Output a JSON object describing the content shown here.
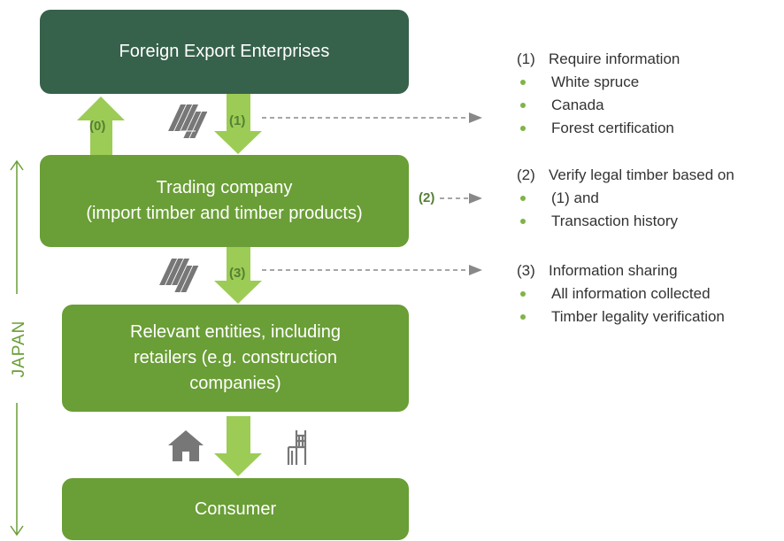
{
  "boxes": {
    "foreign": [
      "Foreign Export Enterprises"
    ],
    "trading": [
      "Trading company",
      "(import timber and timber products)"
    ],
    "relevant": [
      "Relevant entities, including",
      "retailers (e.g. construction",
      "companies)"
    ],
    "consumer": [
      "Consumer"
    ]
  },
  "arrow_labels": {
    "a0": "(0)",
    "a1": "(1)",
    "a2": "(2)",
    "a3": "(3)"
  },
  "side_label": "JAPAN",
  "panels": [
    {
      "num": "(1)",
      "title": "Require information",
      "items": [
        "White spruce",
        "Canada",
        "Forest certification"
      ]
    },
    {
      "num": "(2)",
      "title": "Verify legal timber based on",
      "items": [
        "(1) and",
        "Transaction history"
      ]
    },
    {
      "num": "(3)",
      "title": "Information sharing",
      "items": [
        "All information collected",
        "Timber legality verification"
      ]
    }
  ],
  "icons": [
    "timber-icon",
    "timber-icon",
    "house-icon",
    "chair-icon"
  ],
  "colors": {
    "dark_green": "#36614a",
    "green": "#6a9e36",
    "light_green": "#9ccc55",
    "bullet": "#7fb446",
    "text": "#333333",
    "gray": "#777777"
  }
}
